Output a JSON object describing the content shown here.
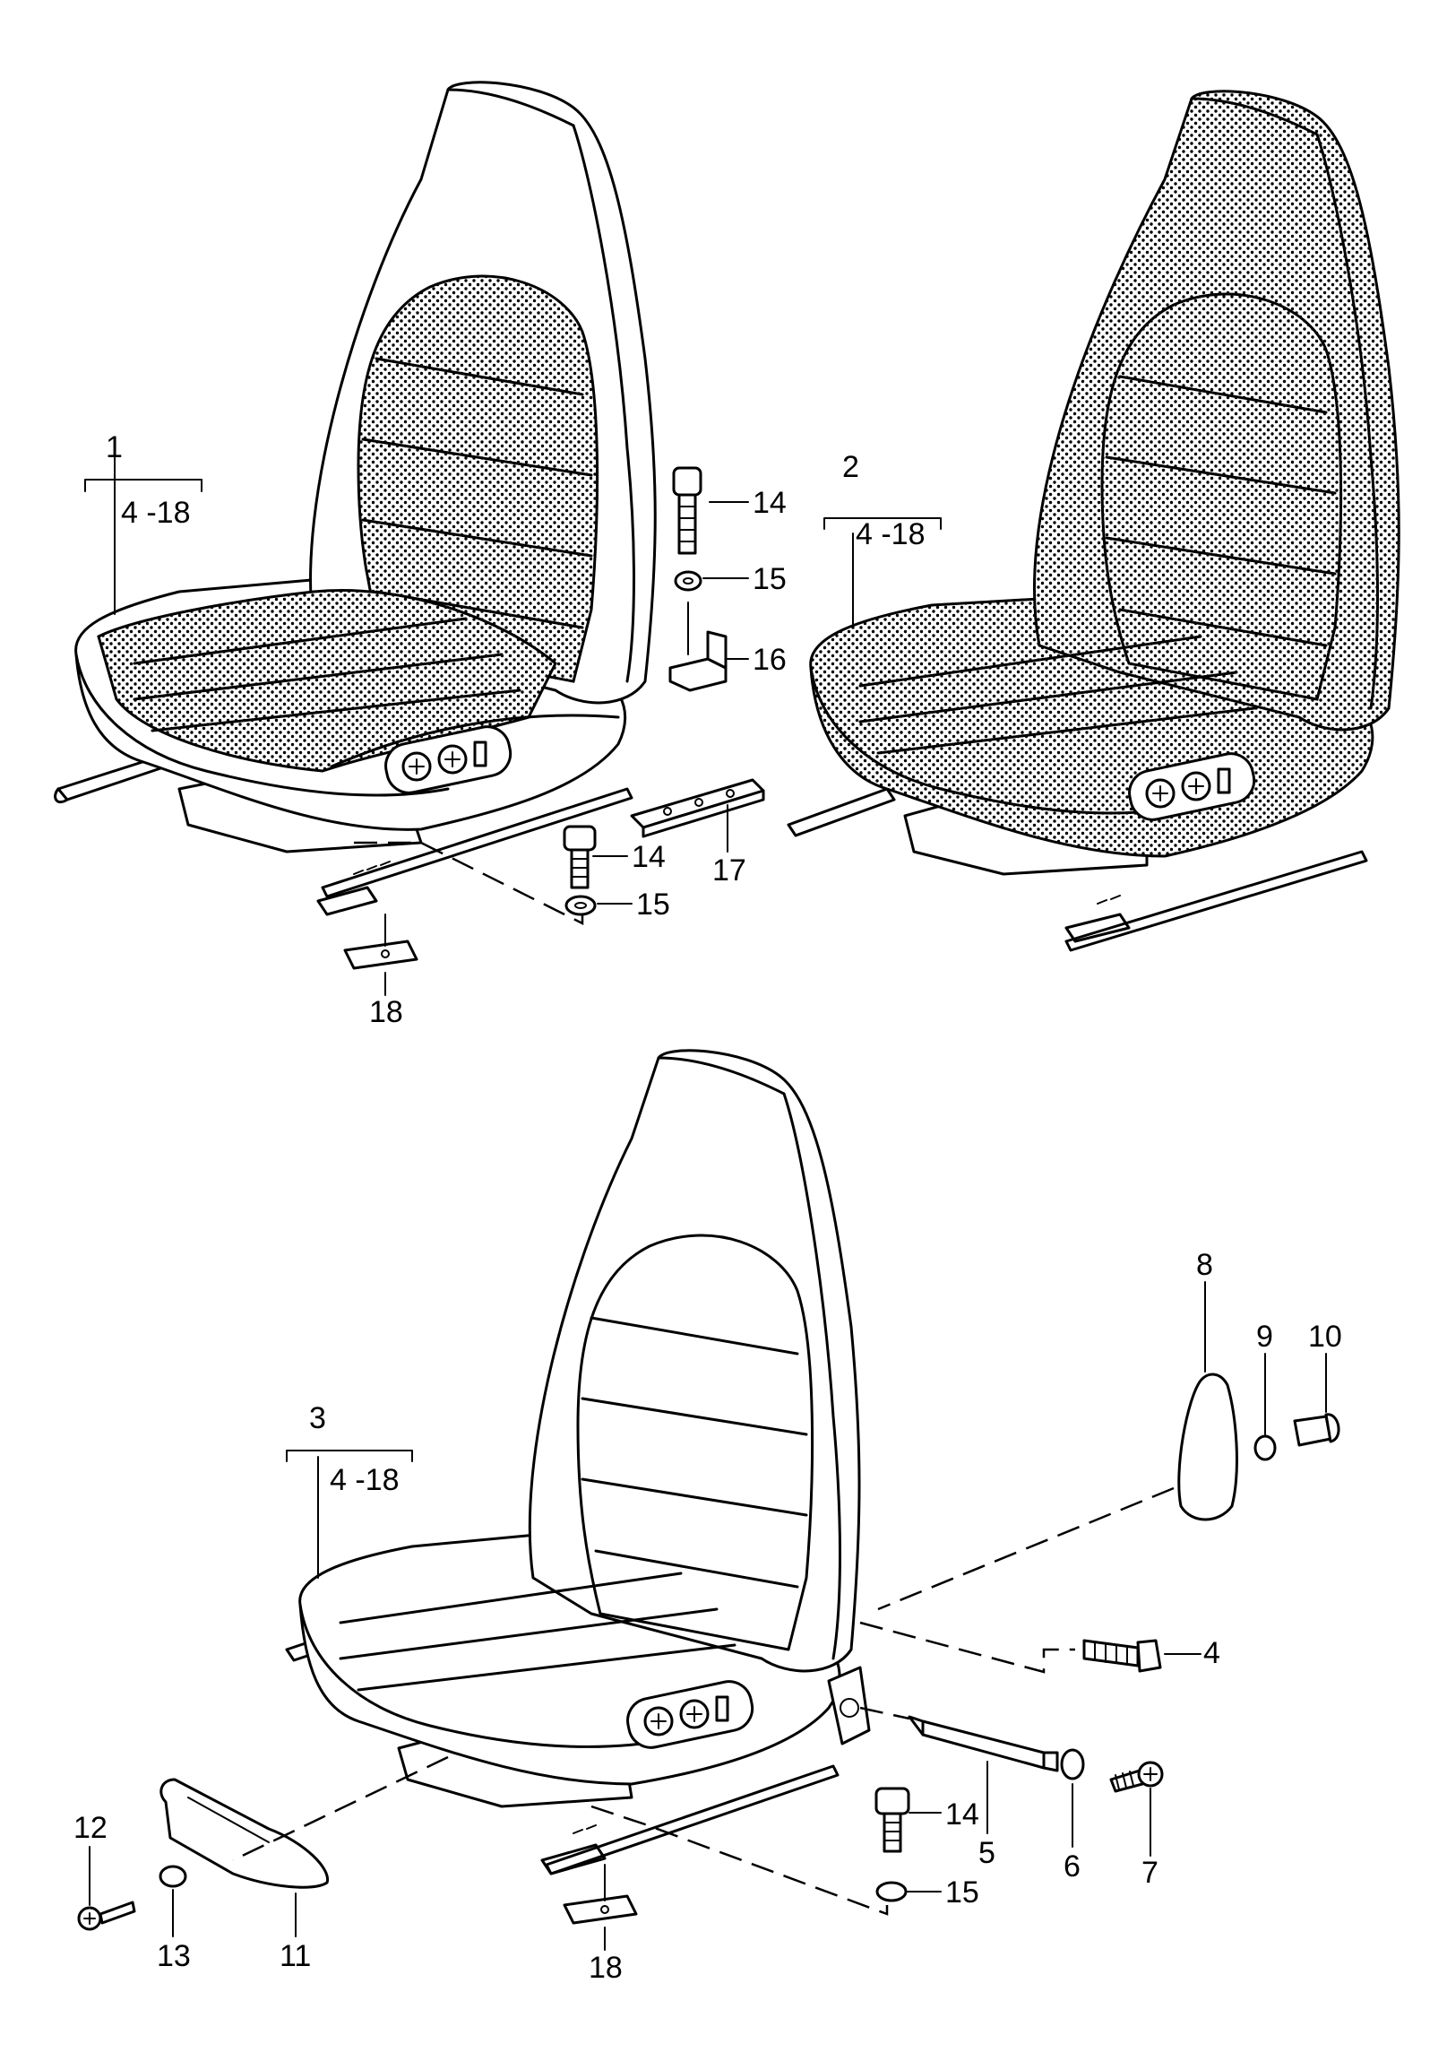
{
  "diagram": {
    "seat_assemblies": [
      {
        "id": "1",
        "range": "4 -18"
      },
      {
        "id": "2",
        "range": "4 -18"
      },
      {
        "id": "3",
        "range": "4 -18"
      }
    ],
    "callouts": [
      "1",
      "2",
      "3",
      "4",
      "5",
      "6",
      "7",
      "8",
      "9",
      "10",
      "11",
      "12",
      "13",
      "14",
      "15",
      "16",
      "17",
      "18"
    ],
    "labels": {
      "top_left_14": "14",
      "top_left_15": "15",
      "top_left_16": "16",
      "top_left_14b": "14",
      "top_left_15b": "15",
      "top_left_17": "17",
      "top_left_18": "18",
      "bot_4": "4",
      "bot_5": "5",
      "bot_6": "6",
      "bot_7": "7",
      "bot_8": "8",
      "bot_9": "9",
      "bot_10": "10",
      "bot_11": "11",
      "bot_12": "12",
      "bot_13": "13",
      "bot_14": "14",
      "bot_15": "15",
      "bot_18": "18"
    }
  }
}
